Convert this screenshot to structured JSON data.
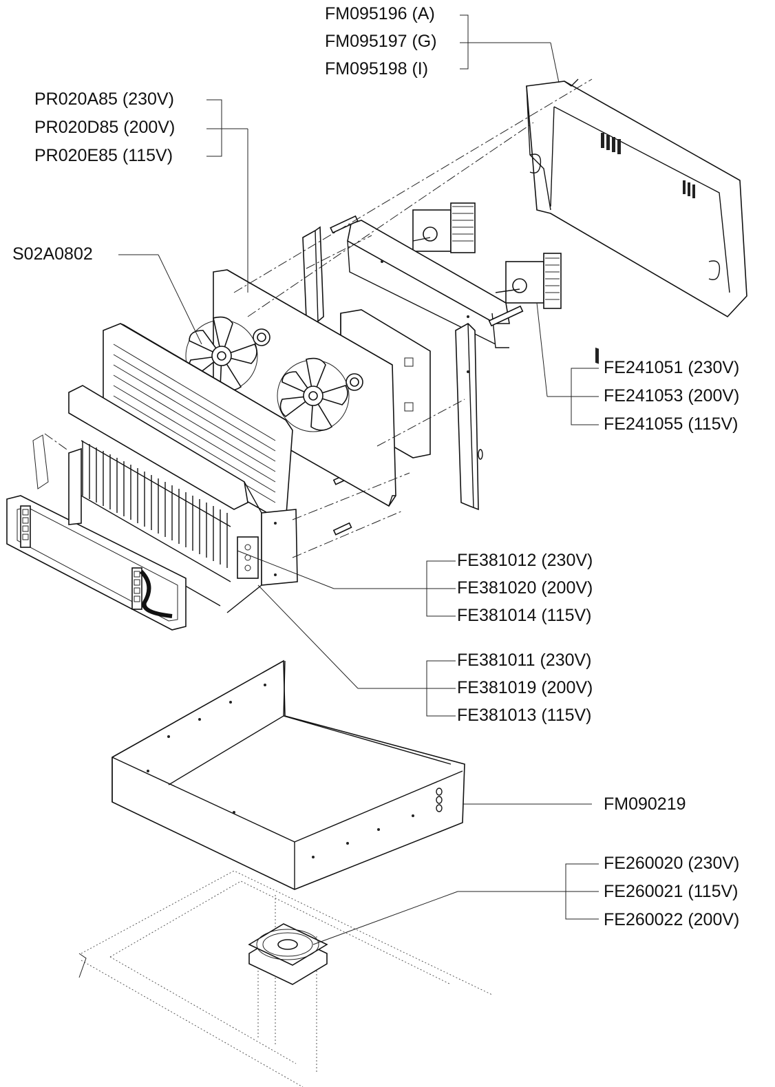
{
  "callouts": {
    "top_panel": [
      "FM095196 (A)",
      "FM095197 (G)",
      "FM095198 (I)"
    ],
    "plate": [
      "PR020A85 (230V)",
      "PR020D85 (200V)",
      "PR020E85 (115V)"
    ],
    "fan_blade": "S02A0802",
    "motors": [
      "FE241051 (230V)",
      "FE241053 (200V)",
      "FE241055 (115V)"
    ],
    "heater_a": [
      "FE381012 (230V)",
      "FE381020 (200V)",
      "FE381014 (115V)"
    ],
    "heater_b": [
      "FE381011 (230V)",
      "FE381019 (200V)",
      "FE381013 (115V)"
    ],
    "tray": "FM090219",
    "cooling_fan": [
      "FE260020 (230V)",
      "FE260021 (115V)",
      "FE260022 (200V)"
    ]
  }
}
